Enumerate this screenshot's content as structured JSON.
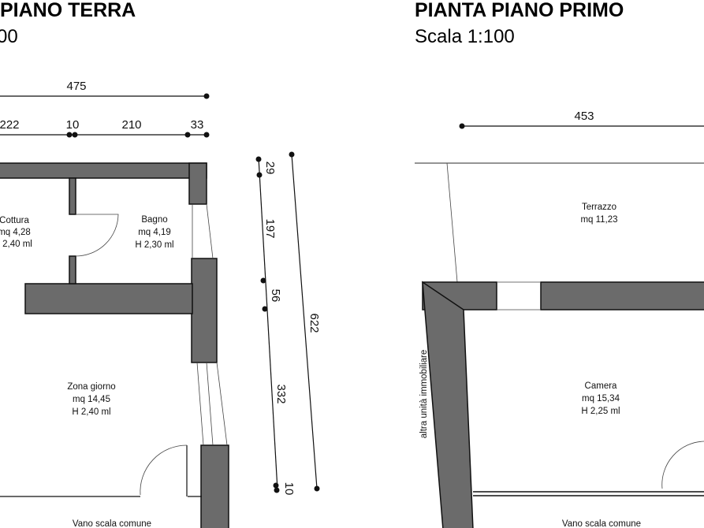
{
  "left_plan": {
    "title": "PIANO TERRA",
    "scale": "00",
    "dimensions_horizontal": {
      "total": "475",
      "segments": [
        "222",
        "10",
        "210",
        "33"
      ]
    },
    "dimensions_vertical": {
      "segments": [
        "29",
        "197",
        "56",
        "332",
        "10"
      ],
      "total": "622"
    },
    "rooms": [
      {
        "name": "Cottura",
        "area": "mq 4,28",
        "height": "2,40 ml"
      },
      {
        "name": "Bagno",
        "area": "mq 4,19",
        "height": "H 2,30 ml"
      },
      {
        "name": "Zona giorno",
        "area": "mq 14,45",
        "height": "H 2,40 ml"
      }
    ],
    "bottom_label": "Vano scala comune"
  },
  "right_plan": {
    "title": "PIANTA PIANO PRIMO",
    "scale": "Scala 1:100",
    "dimension_horizontal": "453",
    "rooms": [
      {
        "name": "Terrazzo",
        "area": "mq 11,23"
      },
      {
        "name": "Camera",
        "area": "mq 15,34",
        "height": "H 2,25 ml"
      }
    ],
    "side_label": "altra unità immobiliare",
    "bottom_label": "Vano scala comune"
  }
}
